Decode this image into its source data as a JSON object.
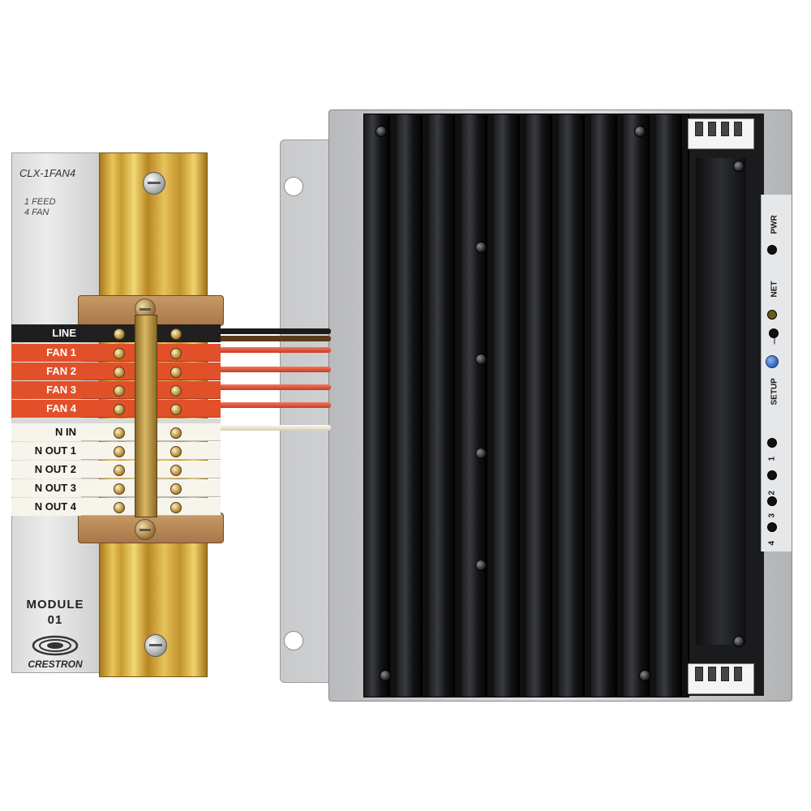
{
  "module": {
    "model": "CLX-1FAN4",
    "subtitle_line1": "1 FEED",
    "subtitle_line2": "4 FAN",
    "title_line1": "MODULE",
    "title_line2": "01",
    "brand": "CRESTRON"
  },
  "terminals": {
    "line": "LINE",
    "fans": [
      "FAN 1",
      "FAN 2",
      "FAN 3",
      "FAN 4"
    ],
    "neutral_in": "N IN",
    "neutral_outs": [
      "N OUT 1",
      "N OUT 2",
      "N OUT 3",
      "N OUT 4"
    ]
  },
  "status_panel": {
    "pwr": "PWR",
    "net": "NET",
    "dash": "—",
    "setup": "SETUP",
    "channels": [
      "1",
      "2",
      "3",
      "4"
    ]
  },
  "colors": {
    "line_row": "#1e1e1e",
    "fan_row": "#e2502a",
    "neutral_row": "#f7f4ec",
    "wire_red": "#d9442b",
    "wire_black": "#1b1b1b",
    "wire_white": "#f1eadc",
    "setup_button": "#2f5fb8"
  },
  "icons": {
    "brand_logo": "crestron-swirl-logo",
    "screws": "phillips-screw-icon"
  }
}
